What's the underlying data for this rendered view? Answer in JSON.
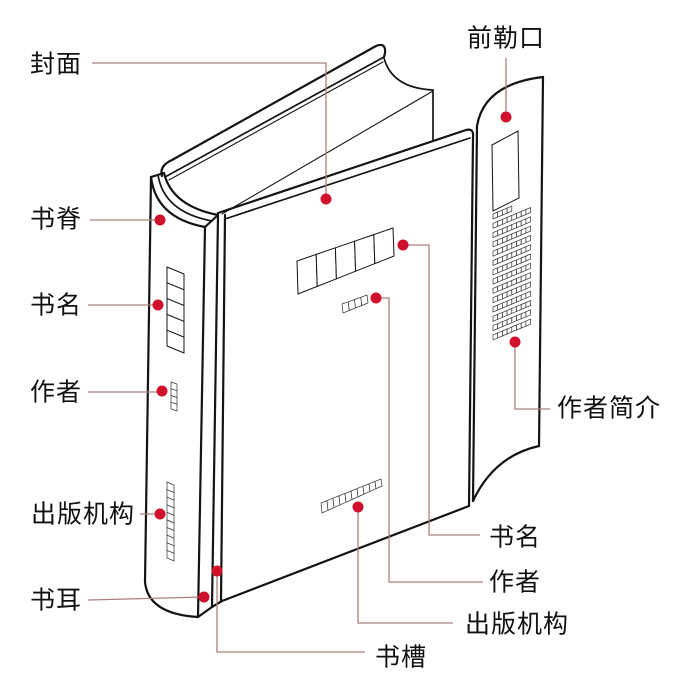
{
  "diagram": {
    "subject": "book anatomy",
    "labels": {
      "cover": "封面",
      "front_flap": "前勒口",
      "spine": "书脊",
      "spine_title": "书名",
      "spine_author": "作者",
      "spine_publisher": "出版机构",
      "headcap": "书耳",
      "author_bio": "作者简介",
      "cover_title": "书名",
      "cover_author": "作者",
      "cover_publisher": "出版机构",
      "groove": "书槽"
    },
    "colors": {
      "marker": "#d0112b",
      "leader": "#a8807e",
      "outline": "#141414",
      "background": "#ffffff",
      "text": "#111111"
    }
  }
}
